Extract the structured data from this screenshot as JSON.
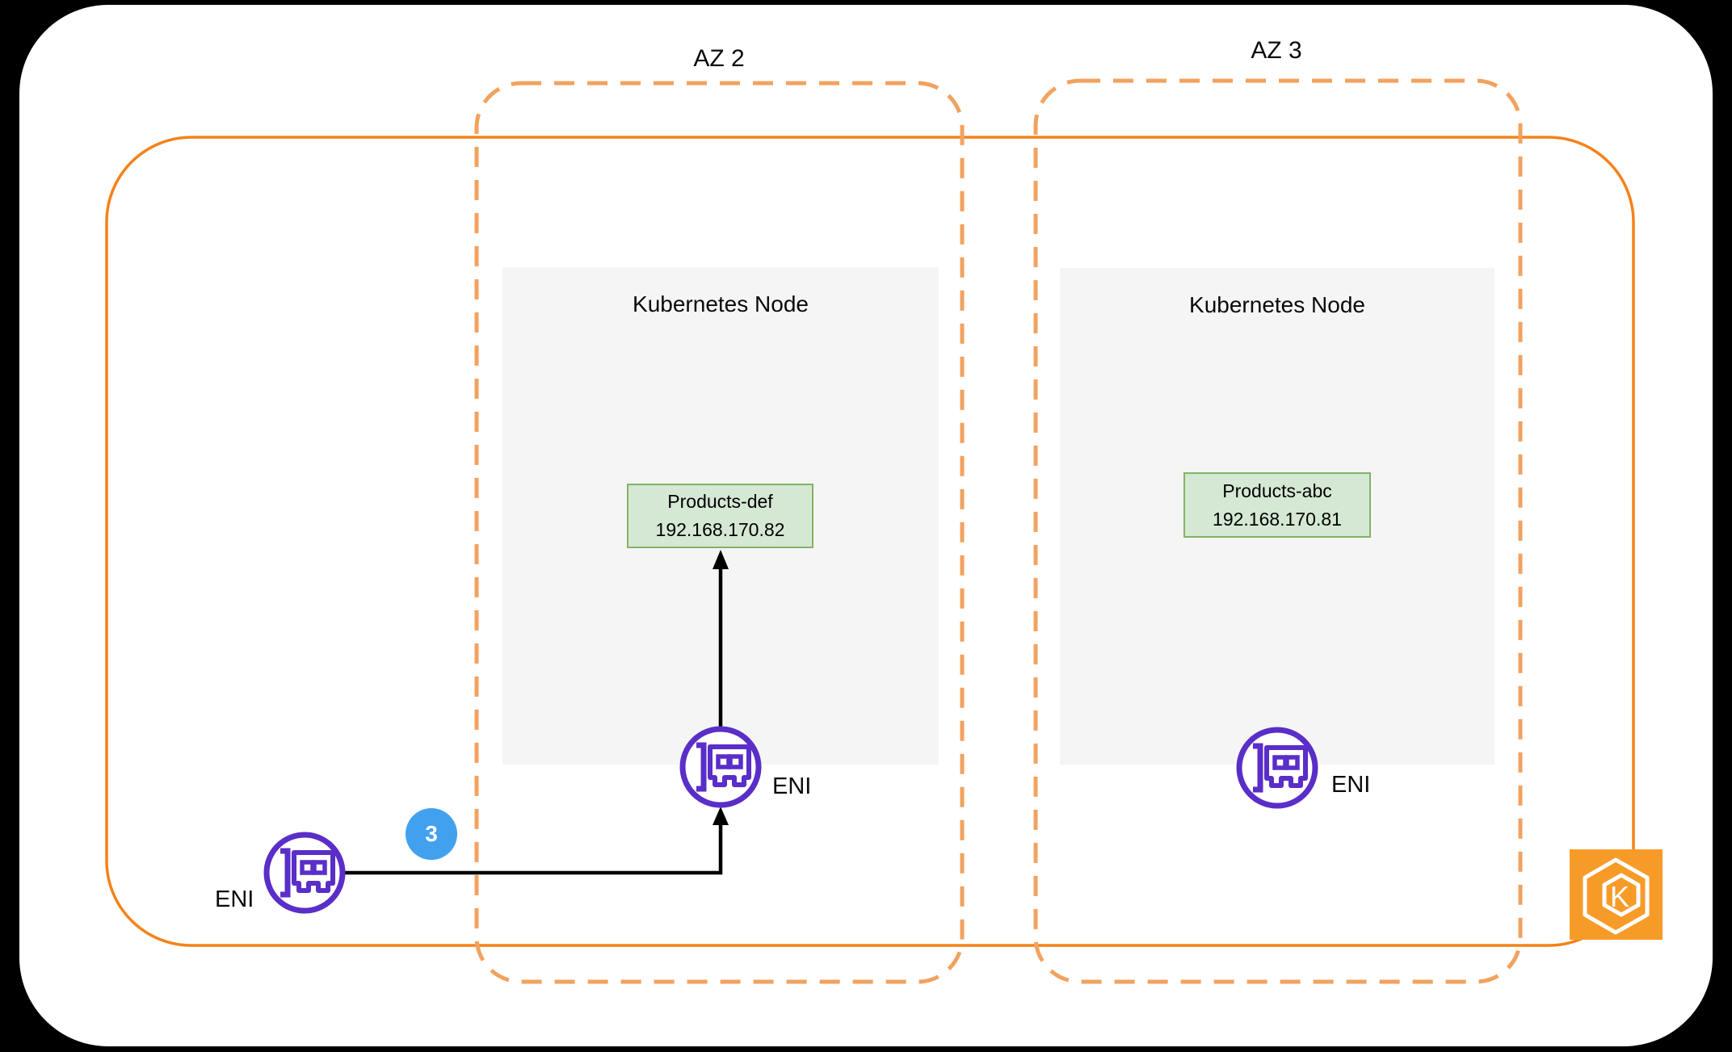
{
  "az2": {
    "label": "AZ 2"
  },
  "az3": {
    "label": "AZ 3"
  },
  "node1": {
    "title": "Kubernetes Node"
  },
  "node2": {
    "title": "Kubernetes Node"
  },
  "pod1": {
    "name": "Products-def",
    "ip": "192.168.170.82"
  },
  "pod2": {
    "name": "Products-abc",
    "ip": "192.168.170.81"
  },
  "eni1": {
    "label": "ENI"
  },
  "eni2": {
    "label": "ENI"
  },
  "eni3": {
    "label": "ENI"
  },
  "flow_badge": {
    "value": "3"
  },
  "eks": {
    "letter": "K",
    "icon": "eks-kubernetes-hexagon-icon"
  },
  "icons": {
    "eni": "network-interface-card-icon",
    "eks": "eks-kubernetes-hexagon-icon"
  },
  "colors": {
    "vpc_border": "#f58219",
    "az_dashed_border": "#f2a25f",
    "node_fill": "#f5f5f5",
    "pod_fill": "#d5e8d4",
    "pod_border": "#82b366",
    "eni_purple": "#5a2ec8",
    "badge_blue": "#42a1ee",
    "eks_gradient_top": "#f79b28",
    "eks_gradient_bottom": "#c25a10",
    "arrow": "#000000",
    "canvas": "#ffffff",
    "background": "#000000"
  }
}
